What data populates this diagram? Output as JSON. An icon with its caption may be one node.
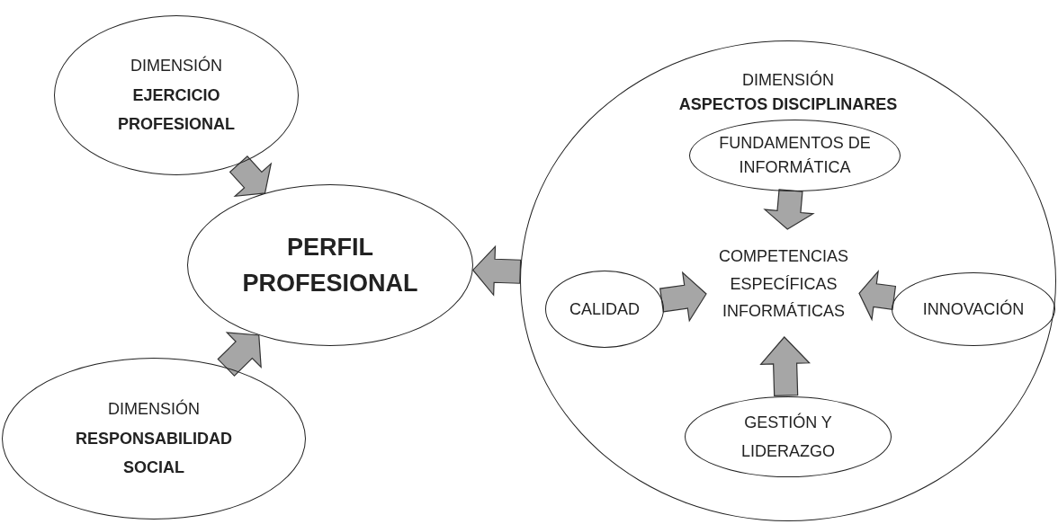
{
  "diagram": {
    "nodes": [
      {
        "text": [
          "DIMENSIÓN",
          "EJERCICIO PROFESIONAL"
        ]
      },
      {
        "text": [
          "PERFIL PROFESIONAL"
        ]
      },
      {
        "text": [
          "DIMENSIÓN",
          "RESPONSABILIDAD SOCIAL"
        ]
      },
      {
        "text": [
          "DIMENSIÓN",
          "ASPECTOS DISCIPLINARES"
        ]
      },
      {
        "text": [
          "FUNDAMENTOS DE INFORMÁTICA"
        ],
        "in": 3
      },
      {
        "text": [
          "CALIDAD"
        ],
        "in": 3
      },
      {
        "text": [
          "COMPETENCIAS ESPECÍFICAS INFORMÁTICAS"
        ],
        "in": 3
      },
      {
        "text": [
          "INNOVACIÓN"
        ],
        "in": 3
      },
      {
        "text": [
          "GESTIÓN Y LIDERAZGO"
        ],
        "in": 3
      }
    ],
    "edges": [
      {
        "from": 0,
        "to": 1,
        "arrow": "to"
      },
      {
        "from": 2,
        "to": 1,
        "arrow": "to"
      },
      {
        "from": 3,
        "to": 1,
        "arrow": "to"
      },
      {
        "from": 4,
        "to": 6,
        "arrow": "to"
      },
      {
        "from": 5,
        "to": 6,
        "arrow": "to"
      },
      {
        "from": 7,
        "to": 6,
        "arrow": "to"
      },
      {
        "from": 8,
        "to": 6,
        "arrow": "to"
      }
    ]
  }
}
